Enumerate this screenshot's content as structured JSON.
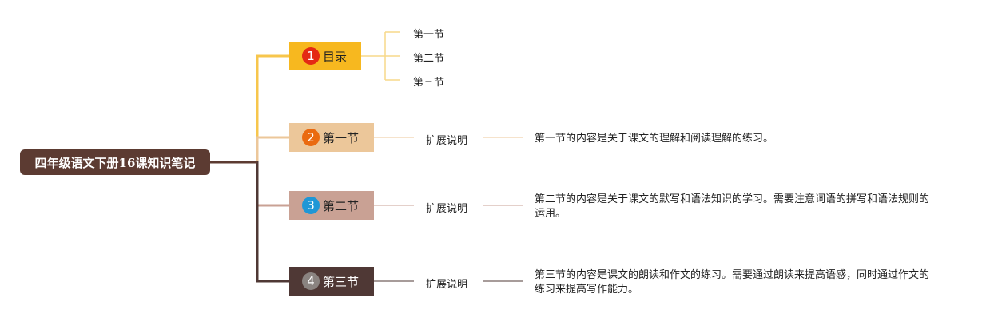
{
  "root": {
    "title": "四年级语文下册16课知识笔记"
  },
  "branches": [
    {
      "number": "1",
      "label": "目录",
      "box_color": "#f7b81f",
      "badge_color": "#e42a14",
      "text_color": "#222222",
      "line_color": "#f7c64c",
      "children": [
        {
          "label": "第一节"
        },
        {
          "label": "第二节"
        },
        {
          "label": "第三节"
        }
      ]
    },
    {
      "number": "2",
      "label": "第一节",
      "box_color": "#ecc79a",
      "badge_color": "#ea6a10",
      "text_color": "#222222",
      "line_color": "#ecc79a",
      "sub_label": "扩展说明",
      "description": "第一节的内容是关于课文的理解和阅读理解的练习。"
    },
    {
      "number": "3",
      "label": "第二节",
      "box_color": "#c9a194",
      "badge_color": "#1f97d6",
      "text_color": "#222222",
      "line_color": "#c9a194",
      "sub_label": "扩展说明",
      "description": "第二节的内容是关于课文的默写和语法知识的学习。需要注意词语的拼写和语法规则的运用。"
    },
    {
      "number": "4",
      "label": "第三节",
      "box_color": "#4f3835",
      "badge_color": "#8a8380",
      "text_color": "#ffffff",
      "line_color": "#4f3835",
      "sub_label": "扩展说明",
      "description": "第三节的内容是课文的朗读和作文的练习。需要通过朗读来提高语感，同时通过作文的练习来提高写作能力。"
    }
  ]
}
